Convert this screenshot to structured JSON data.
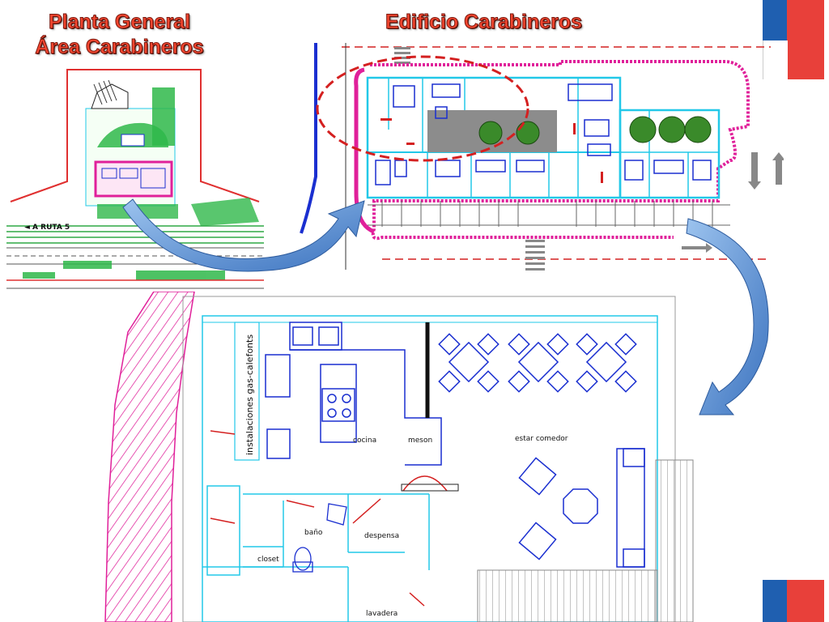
{
  "titles": {
    "planta_line1": "Planta General",
    "planta_line2": "Área Carabineros",
    "edificio": "Edificio Carabineros"
  },
  "site_plan": {
    "road_label": "◄ A RUTA 5"
  },
  "floor_plan": {
    "rooms": {
      "instalaciones": "instalaciones gas-calefonts",
      "cocina": "cocina",
      "meson": "meson",
      "estar_comedor": "estar comedor",
      "bano": "baño",
      "despensa": "despensa",
      "closet": "closet",
      "lavadera": "lavadera"
    }
  },
  "colors": {
    "title_red": "#f2462f",
    "arrow_blue": "#4a82c8",
    "plan_cyan": "#22c8e8",
    "plan_blue": "#1a2fd0",
    "plan_magenta": "#e0209a",
    "plan_green": "#2fb84a",
    "highlight_dashed_red": "#d42020",
    "flag_blue": "#1f5fb0",
    "flag_red": "#e8403a"
  }
}
